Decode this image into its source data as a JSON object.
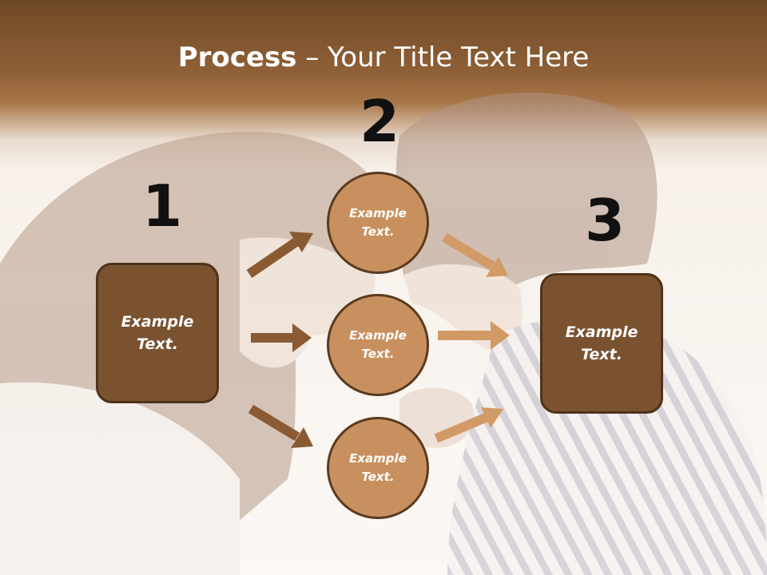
{
  "title": {
    "bold": "Process",
    "rest": " – Your Title Text Here"
  },
  "steps": {
    "one": "1",
    "two": "2",
    "three": "3"
  },
  "left_box": {
    "text": "Example\nText."
  },
  "right_box": {
    "text": "Example\nText."
  },
  "circles": [
    {
      "text": "Example\nText."
    },
    {
      "text": "Example\nText."
    },
    {
      "text": "Example\nText."
    }
  ],
  "colors": {
    "header": "#8f6037",
    "box_fill": "#7a5230",
    "circle_fill": "#c9905f",
    "dark_arrow": "#8a5a33",
    "light_arrow": "#d29a66"
  }
}
